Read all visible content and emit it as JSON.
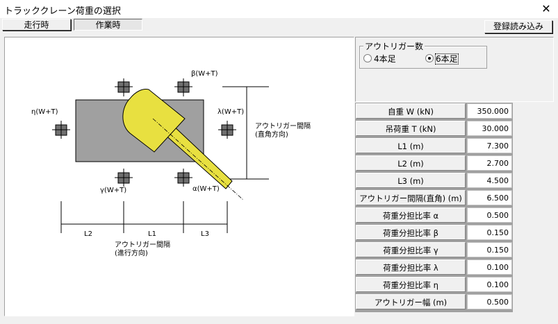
{
  "window": {
    "title": "トラッククレーン荷重の選択",
    "close": "✕"
  },
  "tabs": [
    {
      "label": "走行時",
      "pressed": false
    },
    {
      "label": "作業時",
      "pressed": true
    }
  ],
  "load_button": "登録読み込み",
  "outrigger_group": {
    "title": "アウトリガー数",
    "options": [
      {
        "label": "4本足",
        "selected": false
      },
      {
        "label": "6本足",
        "selected": true
      }
    ]
  },
  "diagram": {
    "beta": "β(W+T)",
    "eta": "η(W+T)",
    "lambda": "λ(W+T)",
    "gamma": "γ(W+T)",
    "alpha": "α(W+T)",
    "right_note_1": "アウトリガー間隔",
    "right_note_2": "(直角方向)",
    "bottom_note_1": "アウトリガー間隔",
    "bottom_note_2": "(進行方向)",
    "l1": "L1",
    "l2": "L2",
    "l3": "L3",
    "colors": {
      "crane": "#e8e040",
      "body": "#a0a0a0"
    }
  },
  "params": [
    {
      "label": "自重 W (kN)",
      "value": "350.000"
    },
    {
      "label": "吊荷重 T (kN)",
      "value": "30.000"
    },
    {
      "label": "L1 (m)",
      "value": "7.300"
    },
    {
      "label": "L2 (m)",
      "value": "2.700"
    },
    {
      "label": "L3 (m)",
      "value": "4.500"
    },
    {
      "label": "アウトリガー間隔(直角) (m)",
      "value": "6.500"
    },
    {
      "label": "荷重分担比率 α",
      "value": "0.500"
    },
    {
      "label": "荷重分担比率 β",
      "value": "0.150"
    },
    {
      "label": "荷重分担比率 γ",
      "value": "0.150"
    },
    {
      "label": "荷重分担比率 λ",
      "value": "0.100"
    },
    {
      "label": "荷重分担比率 η",
      "value": "0.100"
    },
    {
      "label": "アウトリガー幅 (m)",
      "value": "0.500"
    }
  ]
}
